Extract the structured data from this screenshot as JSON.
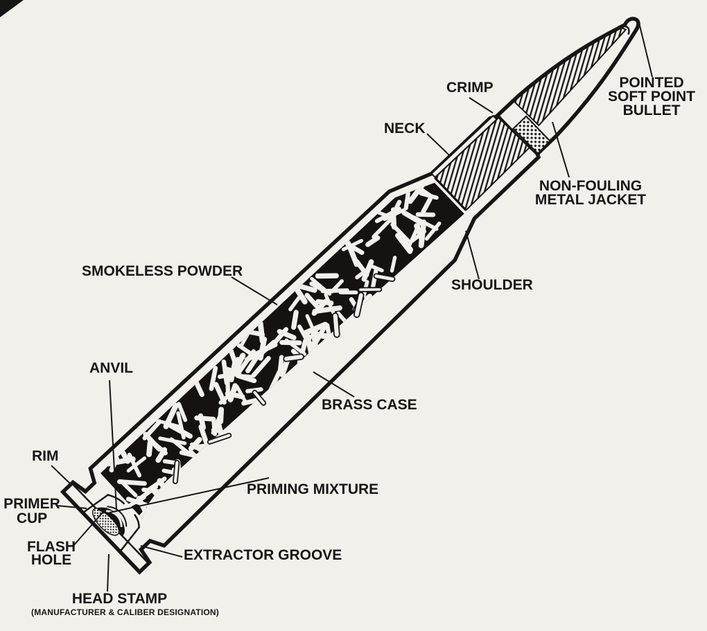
{
  "colors": {
    "paper": "#f2f0eb",
    "ink": "#161616",
    "powder_black": "#15120f"
  },
  "labels": [
    {
      "id": "crimp",
      "lines": [
        "CRIMP"
      ]
    },
    {
      "id": "neck",
      "lines": [
        "NECK"
      ]
    },
    {
      "id": "pointed-soft-point-bullet",
      "lines": [
        "POINTED",
        "SOFT POINT",
        "BULLET"
      ]
    },
    {
      "id": "non-fouling-metal-jacket",
      "lines": [
        "NON-FOULING",
        "METAL JACKET"
      ]
    },
    {
      "id": "shoulder",
      "lines": [
        "SHOULDER"
      ]
    },
    {
      "id": "smokeless-powder",
      "lines": [
        "SMOKELESS POWDER"
      ]
    },
    {
      "id": "brass-case",
      "lines": [
        "BRASS CASE"
      ]
    },
    {
      "id": "anvil",
      "lines": [
        "ANVIL"
      ]
    },
    {
      "id": "rim",
      "lines": [
        "RIM"
      ]
    },
    {
      "id": "primer-cup",
      "lines": [
        "PRIMER",
        "CUP"
      ]
    },
    {
      "id": "priming-mixture",
      "lines": [
        "PRIMING MIXTURE"
      ]
    },
    {
      "id": "flash-hole",
      "lines": [
        "FLASH",
        "HOLE"
      ]
    },
    {
      "id": "extractor-groove",
      "lines": [
        "EXTRACTOR GROOVE"
      ]
    },
    {
      "id": "head-stamp",
      "lines": [
        "HEAD STAMP"
      ],
      "sub": "(MANUFACTURER & CALIBER DESIGNATION)"
    }
  ]
}
